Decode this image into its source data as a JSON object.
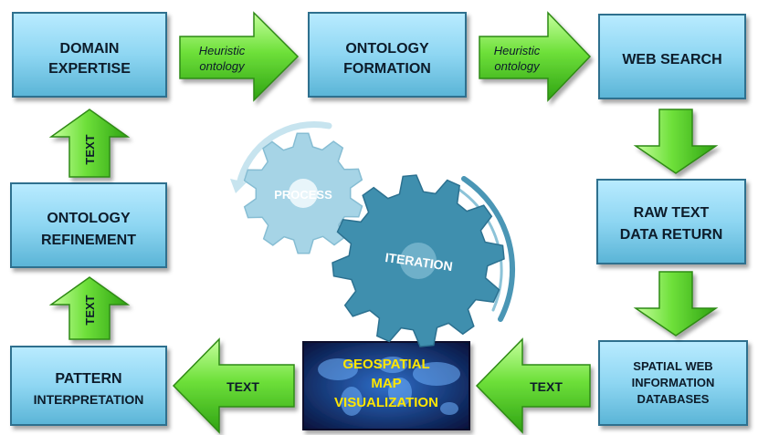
{
  "boxes": {
    "domain_expertise": [
      "DOMAIN",
      "EXPERTISE"
    ],
    "ontology_formation": [
      "ONTOLOGY",
      "FORMATION"
    ],
    "web_search": [
      "WEB SEARCH"
    ],
    "raw_text": [
      "RAW TEXT",
      "DATA RETURN"
    ],
    "spatial_web": [
      "SPATIAL WEB",
      "INFORMATION",
      "DATABASES"
    ],
    "geospatial": [
      "GEOSPATIAL",
      "MAP",
      "VISUALIZATION"
    ],
    "pattern": [
      "PATTERN",
      "INTERPRETATION"
    ],
    "ontology_refinement": [
      "ONTOLOGY",
      "REFINEMENT"
    ]
  },
  "arrows": {
    "heuristic_1": [
      "Heuristic",
      "ontology"
    ],
    "heuristic_2": [
      "Heuristic",
      "ontology"
    ],
    "text_left_1": "TEXT",
    "text_left_2": "TEXT",
    "text_up_1": "TEXT",
    "text_up_2": "TEXT"
  },
  "gears": {
    "process": "PROCESS",
    "iteration": "ITERATION"
  },
  "colors": {
    "box_fill": "#8ed6f2",
    "box_stroke": "#2d6f8e",
    "arrow_fill": "#6ee03a",
    "arrow_stroke": "#2f8a12",
    "gear_light": "#a6d4e6",
    "gear_dark": "#3f8fae",
    "map_bg": "#0a1f5c",
    "map_text": "#ffe600"
  }
}
